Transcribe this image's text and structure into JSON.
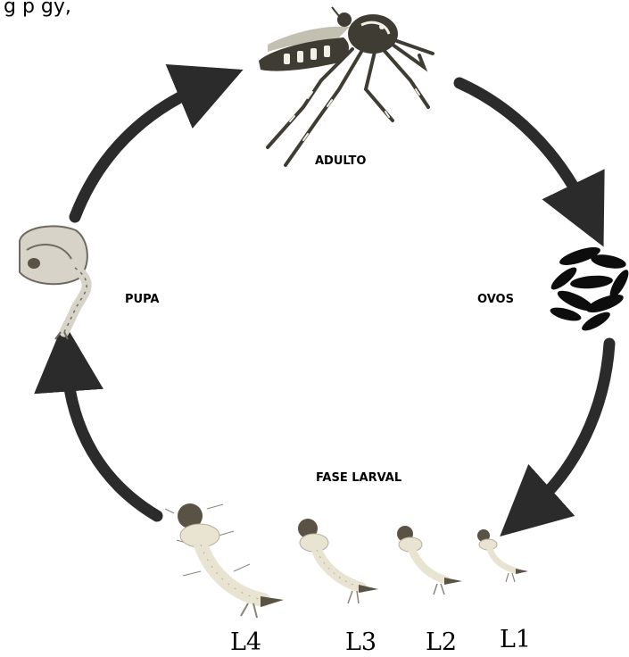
{
  "caption_partial": "g                                                              p                     gy,",
  "stages": {
    "adult": {
      "label": "ADULTO",
      "icon": "mosquito-icon"
    },
    "eggs": {
      "label": "OVOS",
      "icon": "eggs-icon"
    },
    "larval": {
      "label": "FASE LARVAL",
      "icon": "larva-icon"
    },
    "pupa": {
      "label": "PUPA",
      "icon": "pupa-icon"
    }
  },
  "larvae": [
    {
      "label": "L4"
    },
    {
      "label": "L3"
    },
    {
      "label": "L2"
    },
    {
      "label": "L1"
    }
  ],
  "colors": {
    "arrow": "#2b2b2b",
    "mosquito_body": "#3f3d33",
    "mosquito_marking": "#f2f0e6",
    "egg": "#0d0d0d",
    "larva_body": "#e9e3d2",
    "larva_head": "#5a5244",
    "pupa": "#d8d3c8"
  }
}
